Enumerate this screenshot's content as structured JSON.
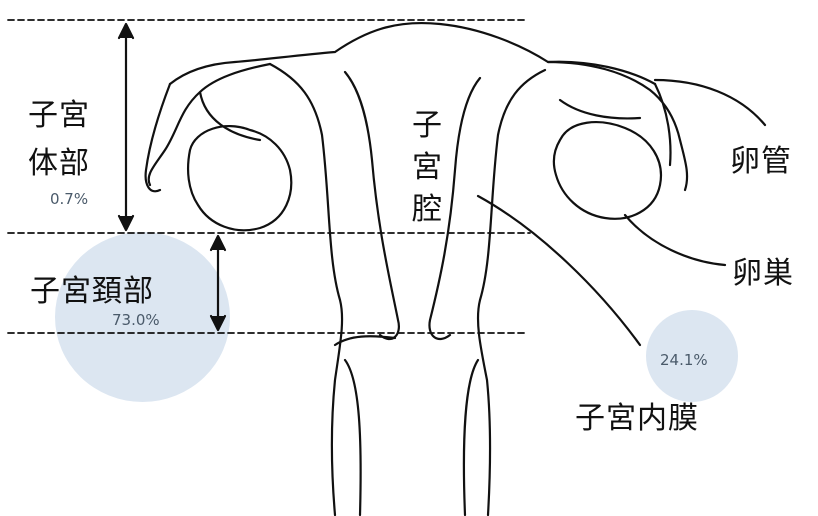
{
  "labels": {
    "corpus_line1": "子宮",
    "corpus_line2": "体部",
    "cervix": "子宮頚部",
    "cavity_line1": "子",
    "cavity_line2": "宮",
    "cavity_line3": "腔",
    "fallopian_tube": "卵管",
    "ovary": "卵巣",
    "endometrium": "子宮内膜"
  },
  "percentages": {
    "corpus": "0.7%",
    "cervix": "73.0%",
    "endometrium": "24.1%"
  },
  "colors": {
    "bubble": "#dce6f1",
    "line": "#111111"
  }
}
